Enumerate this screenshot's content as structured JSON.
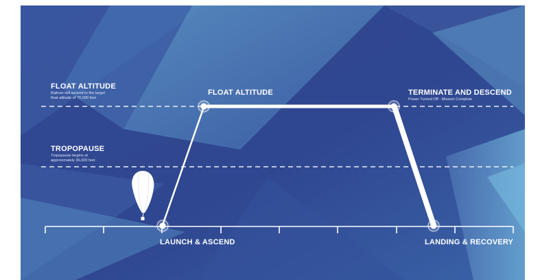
{
  "labels": {
    "float_altitude_left_title": "FLOAT ALTITUDE",
    "float_altitude_left_line1": "Balloon will ascend to the target",
    "float_altitude_left_line2": "float altitude of 70,000 feet",
    "float_altitude_center": "FLOAT ALTITUDE",
    "terminate_title": "TERMINATE AND DESCEND",
    "terminate_sub": "Power Turned Off - Mission Complete",
    "tropopause_title": "TROPOPAUSE",
    "tropopause_line1": "Tropopause begins at",
    "tropopause_line2": "approximately 36,000 feet",
    "launch": "LAUNCH & ASCEND",
    "landing": "LANDING & RECOVERY"
  },
  "colors": {
    "background_dark": "#2b3f86",
    "background_mid": "#3a5aa0",
    "background_light": "#5d95c6",
    "path": "#ffffff",
    "dashed_lines": "#ffffff"
  },
  "icons": {
    "balloon": "balloon-icon",
    "node": "target-node-icon"
  }
}
